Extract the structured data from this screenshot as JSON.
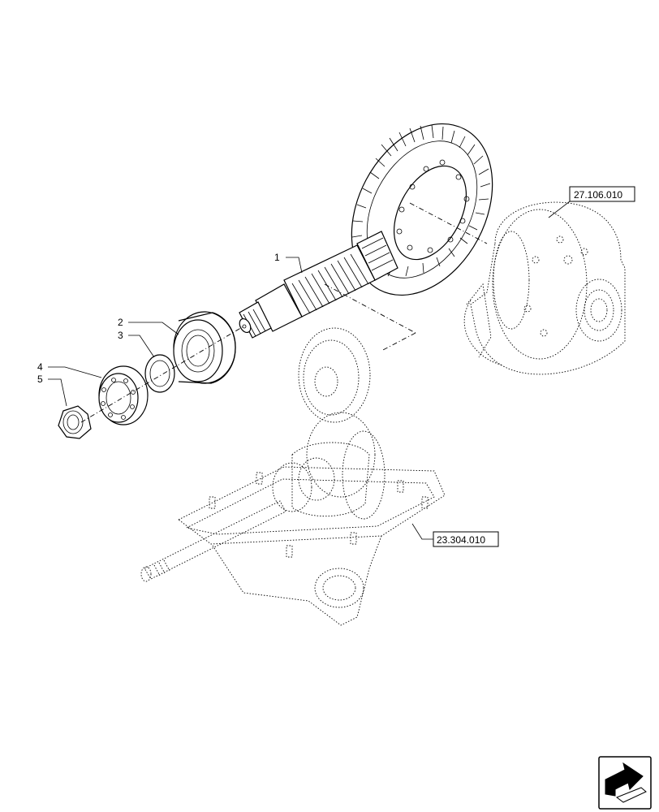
{
  "callouts": [
    {
      "id": "1",
      "label": "1"
    },
    {
      "id": "2",
      "label": "2"
    },
    {
      "id": "3",
      "label": "3"
    },
    {
      "id": "4",
      "label": "4"
    },
    {
      "id": "5",
      "label": "5"
    }
  ],
  "references": {
    "differential": "27.106.010",
    "gearbox": "23.304.010"
  },
  "icons": {
    "navigation": "arrow-icon"
  }
}
